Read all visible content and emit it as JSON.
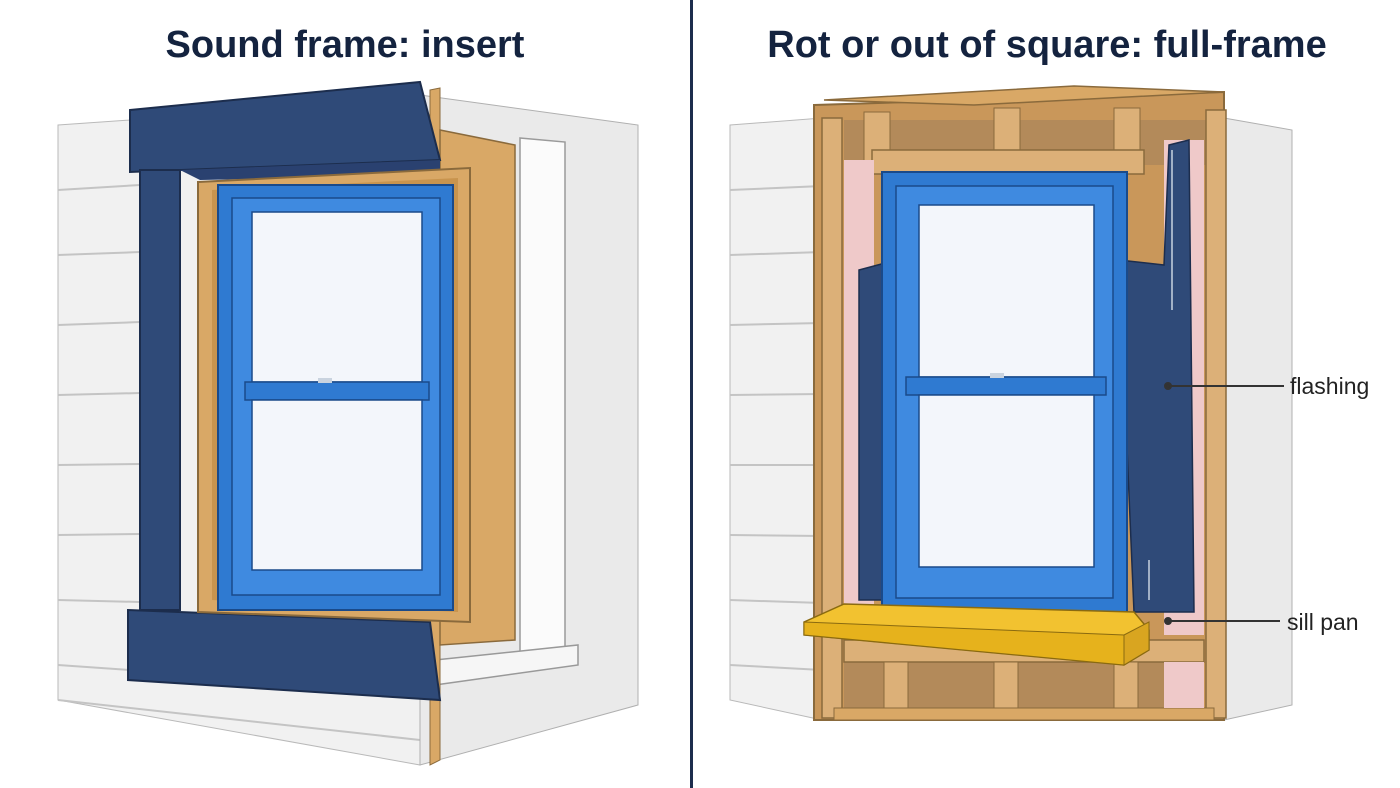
{
  "titles": {
    "left": "Sound frame: insert",
    "right": "Rot or out of square: full-frame"
  },
  "callouts": {
    "flashing": "flashing",
    "sill_pan": "sill pan"
  },
  "colors": {
    "heading": "#14233f",
    "divider": "#1d2d4d",
    "trim_navy": "#2f4a78",
    "window_blue": "#2f7ad1",
    "wood": "#d9a866",
    "sill_pan_yellow": "#f2c230",
    "insulation_pink": "#efc9c9",
    "siding": "#f1f1f1"
  }
}
